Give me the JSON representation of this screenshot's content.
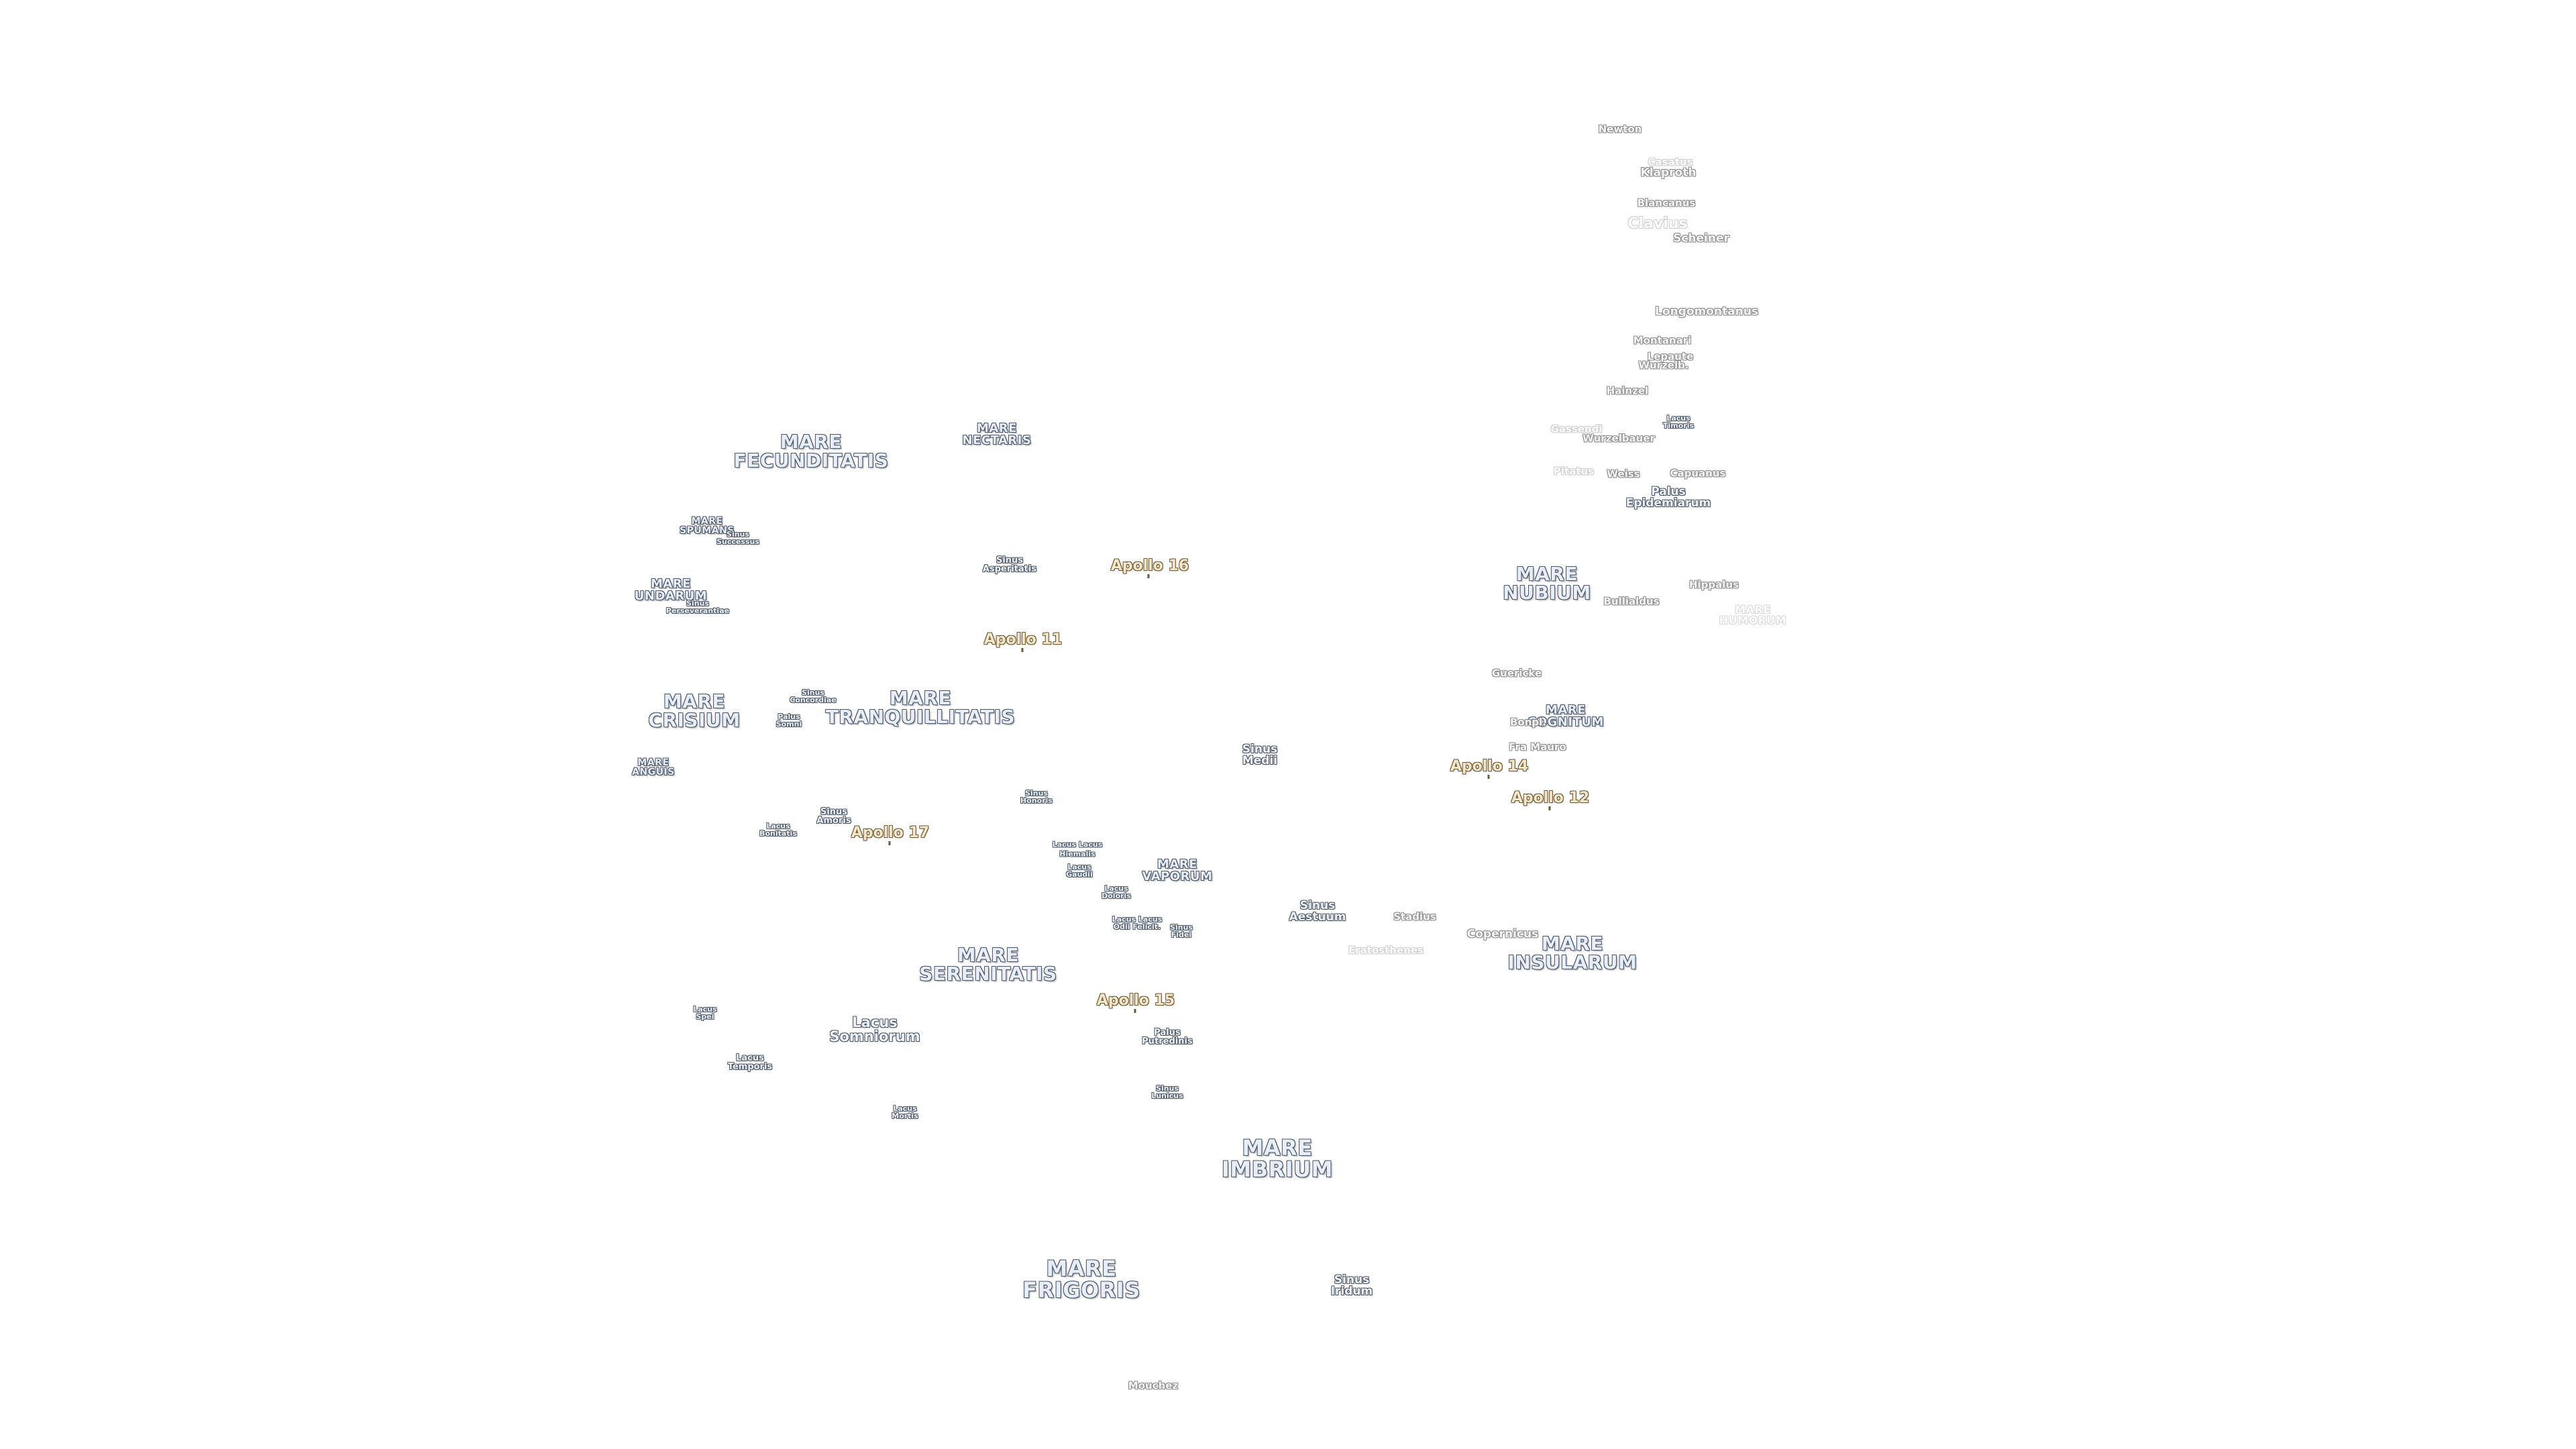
{
  "map": {
    "maria": [
      {
        "id": "mare-fecunditatis",
        "name": "MARE\nFECUNDITATIS"
      },
      {
        "id": "mare-nectaris",
        "name": "MARE\nNECTARIS"
      },
      {
        "id": "mare-spumans",
        "name": "MARE\nSPUMANS"
      },
      {
        "id": "mare-undarum",
        "name": "MARE\nUNDARUM"
      },
      {
        "id": "mare-tranquillitatis",
        "name": "MARE\nTRANQUILLITATIS"
      },
      {
        "id": "mare-crisium",
        "name": "MARE\nCRISIUM"
      },
      {
        "id": "mare-anguis",
        "name": "MARE\nANGUIS"
      },
      {
        "id": "mare-nubium",
        "name": "MARE\nNUBIUM"
      },
      {
        "id": "mare-cognitum",
        "name": "MARE\nCOGNITUM"
      },
      {
        "id": "mare-vaporum",
        "name": "MARE\nVAPORUM"
      },
      {
        "id": "mare-serenitatis",
        "name": "MARE\nSERENITATIS"
      },
      {
        "id": "mare-insularum",
        "name": "MARE\nINSULARUM"
      },
      {
        "id": "mare-imbrium",
        "name": "MARE\nIMBRIUM"
      },
      {
        "id": "mare-frigoris",
        "name": "MARE\nFRIGORIS"
      },
      {
        "id": "mare-humorum",
        "name": "MARE\nHUMORUM"
      }
    ],
    "minor_features": [
      {
        "id": "sinus-successus",
        "name": "Sinus\nSuccessus"
      },
      {
        "id": "sinus-perseverantiae",
        "name": "Sinus\nPerseverantiae"
      },
      {
        "id": "sinus-asperitatis",
        "name": "Sinus\nAsperitatis"
      },
      {
        "id": "sinus-concordiae",
        "name": "Sinus\nConcordiae"
      },
      {
        "id": "palus-somni",
        "name": "Palus\nSomni"
      },
      {
        "id": "sinus-medii",
        "name": "Sinus\nMedii"
      },
      {
        "id": "sinus-honoris",
        "name": "Sinus\nHonoris"
      },
      {
        "id": "sinus-amoris",
        "name": "Sinus\nAmoris"
      },
      {
        "id": "lacus-bonitatis",
        "name": "Lacus\nBonitatis"
      },
      {
        "id": "lacus-lenitatis",
        "name": "Lacus Lacus"
      },
      {
        "id": "lacus-hiemalis",
        "name": "Hiemalis"
      },
      {
        "id": "lacus-gaudii",
        "name": "Lacus\nGaudii"
      },
      {
        "id": "lacus-doloris",
        "name": "Lacus\nDoloris"
      },
      {
        "id": "lacus-odii",
        "name": "Lacus Lacus\nOdii Felicit."
      },
      {
        "id": "sinus-fidei",
        "name": "Sinus\nFidei"
      },
      {
        "id": "sinus-aestuum",
        "name": "Sinus\nAestuum"
      },
      {
        "id": "palus-epidemiarum",
        "name": "Palus\nEpidemiarum"
      },
      {
        "id": "lacus-timoris",
        "name": "Lacus\nTimoris"
      },
      {
        "id": "lacus-spei",
        "name": "Lacus\nSpei"
      },
      {
        "id": "lacus-somniorum",
        "name": "Lacus\nSomniorum"
      },
      {
        "id": "lacus-temporis",
        "name": "Lacus\nTemporis"
      },
      {
        "id": "lacus-mortis",
        "name": "Lacus\nMortis"
      },
      {
        "id": "palus-putredinis",
        "name": "Palus\nPutredinis"
      },
      {
        "id": "sinus-lunicus",
        "name": "Sinus\nLunicus"
      },
      {
        "id": "sinus-iridum",
        "name": "Sinus\nIridum"
      }
    ],
    "craters": [
      {
        "id": "newton",
        "name": "Newton"
      },
      {
        "id": "casatus",
        "name": "Casatus"
      },
      {
        "id": "klaproth",
        "name": "Klaproth"
      },
      {
        "id": "blancanus",
        "name": "Blancanus"
      },
      {
        "id": "clavius",
        "name": "Clavius"
      },
      {
        "id": "scheiner",
        "name": "Scheiner"
      },
      {
        "id": "longomontanus",
        "name": "Longomontanus"
      },
      {
        "id": "montanari",
        "name": "Montanari"
      },
      {
        "id": "lepaute",
        "name": "Lepaute"
      },
      {
        "id": "wurzelbauer-top",
        "name": "Wurzelb."
      },
      {
        "id": "hainzel",
        "name": "Hainzel"
      },
      {
        "id": "gassendi",
        "name": "Gassendi"
      },
      {
        "id": "wurzelbauer",
        "name": "Wurzelbauer"
      },
      {
        "id": "pitatus",
        "name": "Pitatus"
      },
      {
        "id": "weiss",
        "name": "Weiss"
      },
      {
        "id": "capuanus",
        "name": "Capuanus"
      },
      {
        "id": "bullialdus",
        "name": "Bullialdus"
      },
      {
        "id": "hippalus",
        "name": "Hippalus"
      },
      {
        "id": "guericke",
        "name": "Guericke"
      },
      {
        "id": "bonpland",
        "name": "Bonpl."
      },
      {
        "id": "fra-mauro",
        "name": "Fra Mauro"
      },
      {
        "id": "stadius",
        "name": "Stadius"
      },
      {
        "id": "eratosthenes",
        "name": "Eratosthenes"
      },
      {
        "id": "copernicus",
        "name": "Copernicus"
      },
      {
        "id": "mouchez",
        "name": "Mouchez"
      }
    ],
    "apollo_sites": [
      {
        "id": "apollo-16",
        "name": "Apollo 16"
      },
      {
        "id": "apollo-11",
        "name": "Apollo 11"
      },
      {
        "id": "apollo-17",
        "name": "Apollo 17"
      },
      {
        "id": "apollo-14",
        "name": "Apollo 14"
      },
      {
        "id": "apollo-12",
        "name": "Apollo 12"
      },
      {
        "id": "apollo-15",
        "name": "Apollo 15"
      }
    ]
  }
}
